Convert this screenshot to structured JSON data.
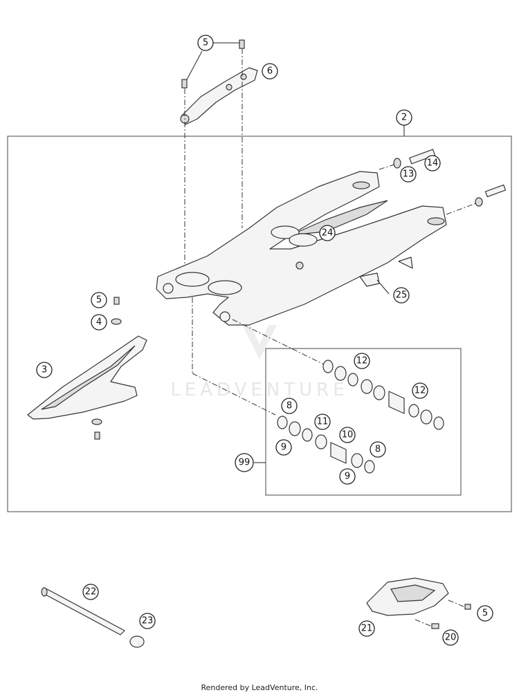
{
  "diagram": {
    "watermark": "LEADVENTURE",
    "callouts": [
      "5",
      "6",
      "2",
      "13",
      "14",
      "24",
      "25",
      "5",
      "4",
      "3",
      "12",
      "12",
      "8",
      "11",
      "10",
      "9",
      "8",
      "9",
      "99",
      "22",
      "23",
      "5",
      "21",
      "20"
    ]
  },
  "footer": "Rendered by LeadVenture, Inc."
}
